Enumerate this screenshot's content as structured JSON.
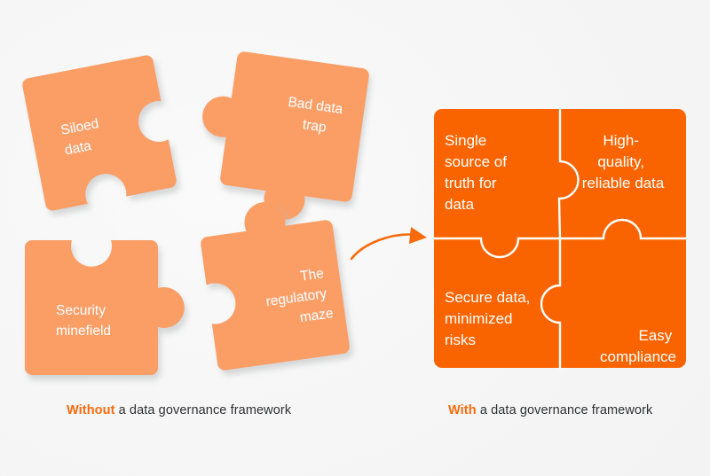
{
  "meta": {
    "title": "Data governance framework puzzle comparison",
    "background_color": "#f4f4f4"
  },
  "colors": {
    "light_orange": "#fa9e66",
    "bright_orange": "#fa6400",
    "accent_text": "#f96a0b",
    "caption_text": "#2f3033",
    "piece_text": "#ffffff",
    "shadow": "#d9dadb"
  },
  "left_group": {
    "caption": {
      "highlight": "Without",
      "rest": " a data governance framework"
    },
    "pieces": [
      {
        "id": "siloed-data",
        "lines": [
          "Siloed",
          "data"
        ],
        "rotation": -11
      },
      {
        "id": "bad-data-trap",
        "lines": [
          "Bad data",
          "trap"
        ],
        "rotation": 8
      },
      {
        "id": "security-minefield",
        "lines": [
          "Security",
          "minefield"
        ],
        "rotation": 0
      },
      {
        "id": "the-regulatory-maze",
        "lines": [
          "The",
          "regulatory",
          "maze"
        ],
        "rotation": -8
      }
    ]
  },
  "right_group": {
    "caption": {
      "highlight": "With",
      "rest": " a data governance framework"
    },
    "quadrants": [
      {
        "id": "single-source-of-truth",
        "position": "top-left",
        "align": "left",
        "lines": [
          "Single",
          "source of",
          "truth for",
          "data"
        ]
      },
      {
        "id": "high-quality-reliable-data",
        "position": "top-right",
        "align": "center",
        "lines": [
          "High-",
          "quality,",
          "reliable data"
        ]
      },
      {
        "id": "secure-data-minimized-risks",
        "position": "bottom-left",
        "align": "left",
        "lines": [
          "Secure data,",
          "minimized",
          "risks"
        ]
      },
      {
        "id": "easy-compliance",
        "position": "bottom-right",
        "align": "right",
        "lines": [
          "Easy",
          "compliance"
        ]
      }
    ]
  },
  "arrow": {
    "id": "transition-arrow",
    "direction": "right",
    "color": "#f96a0b"
  }
}
